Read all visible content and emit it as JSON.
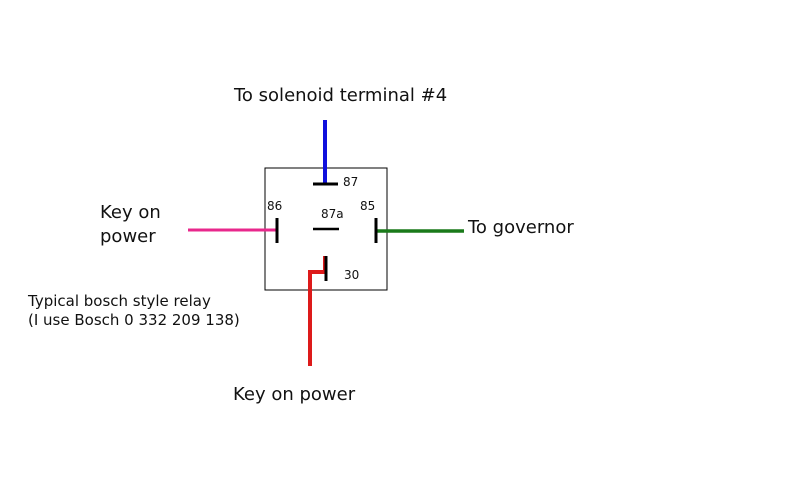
{
  "relay": {
    "pins": {
      "p87": "87",
      "p87a": "87a",
      "p86": "86",
      "p85": "85",
      "p30": "30"
    }
  },
  "labels": {
    "top": "To solenoid terminal #4",
    "left_line1": "Key on",
    "left_line2": "power",
    "right": "To governor",
    "bottom": "Key on power",
    "note_line1": "Typical bosch style relay",
    "note_line2": "(I use Bosch 0 332 209 138)"
  },
  "colors": {
    "solenoid_wire": "#1010dd",
    "key_power_left_wire": "#e8288c",
    "governor_wire": "#1a7a1a",
    "key_power_bottom_wire": "#dd1a1a",
    "relay_outline": "#000000"
  }
}
